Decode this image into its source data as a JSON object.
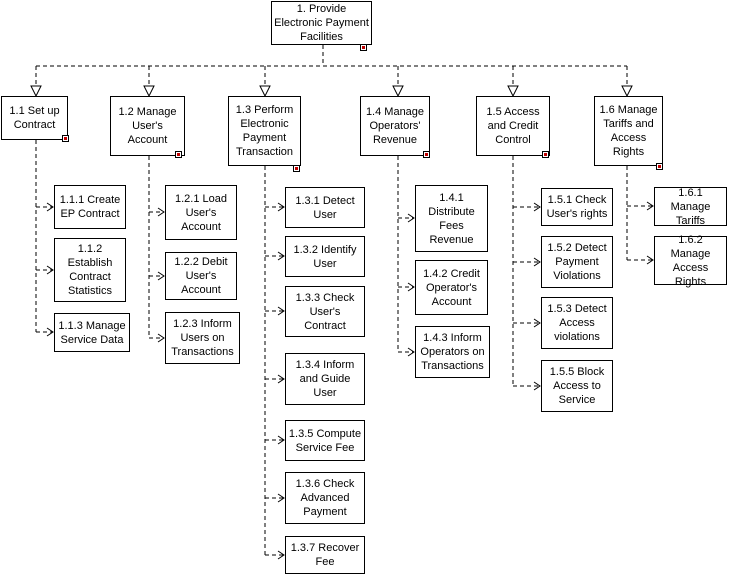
{
  "colors": {
    "line": "#000000",
    "marker": "#c00000",
    "background": "#ffffff"
  },
  "nodes": {
    "n1": {
      "label": "1. Provide\nElectronic Payment\nFacilities"
    },
    "n1_1": {
      "label": "1.1 Set up\nContract"
    },
    "n1_2": {
      "label": "1.2 Manage\nUser's\nAccount"
    },
    "n1_3": {
      "label": "1.3 Perform\nElectronic\nPayment\nTransaction"
    },
    "n1_4": {
      "label": "1.4 Manage\nOperators'\nRevenue"
    },
    "n1_5": {
      "label": "1.5 Access\nand Credit\nControl"
    },
    "n1_6": {
      "label": "1.6 Manage\nTariffs and\nAccess\nRights"
    },
    "n111": {
      "label": "1.1.1 Create\nEP Contract"
    },
    "n112": {
      "label": "1.1.2\nEstablish\nContract\nStatistics"
    },
    "n113": {
      "label": "1.1.3 Manage\nService Data"
    },
    "n121": {
      "label": "1.2.1 Load\nUser's\nAccount"
    },
    "n122": {
      "label": "1.2.2 Debit\nUser's\nAccount"
    },
    "n123": {
      "label": "1.2.3 Inform\nUsers on\nTransactions"
    },
    "n131": {
      "label": "1.3.1 Detect\nUser"
    },
    "n132": {
      "label": "1.3.2 Identify\nUser"
    },
    "n133": {
      "label": "1.3.3 Check\nUser's\nContract"
    },
    "n134": {
      "label": "1.3.4 Inform\nand Guide\nUser"
    },
    "n135": {
      "label": "1.3.5 Compute\nService Fee"
    },
    "n136": {
      "label": "1.3.6 Check\nAdvanced\nPayment"
    },
    "n137": {
      "label": "1.3.7 Recover\nFee"
    },
    "n141": {
      "label": "1.4.1\nDistribute\nFees\nRevenue"
    },
    "n142": {
      "label": "1.4.2 Credit\nOperator's\nAccount"
    },
    "n143": {
      "label": "1.4.3 Inform\nOperators on\nTransactions"
    },
    "n151": {
      "label": "1.5.1 Check\nUser's rights"
    },
    "n152": {
      "label": "1.5.2 Detect\nPayment\nViolations"
    },
    "n153": {
      "label": "1.5.3 Detect\nAccess\nviolations"
    },
    "n155": {
      "label": "1.5.5 Block\nAccess to\nService"
    },
    "n161": {
      "label": "1.6.1 Manage\nTariffs"
    },
    "n162": {
      "label": "1.6.2 Manage\nAccess\nRights"
    }
  }
}
